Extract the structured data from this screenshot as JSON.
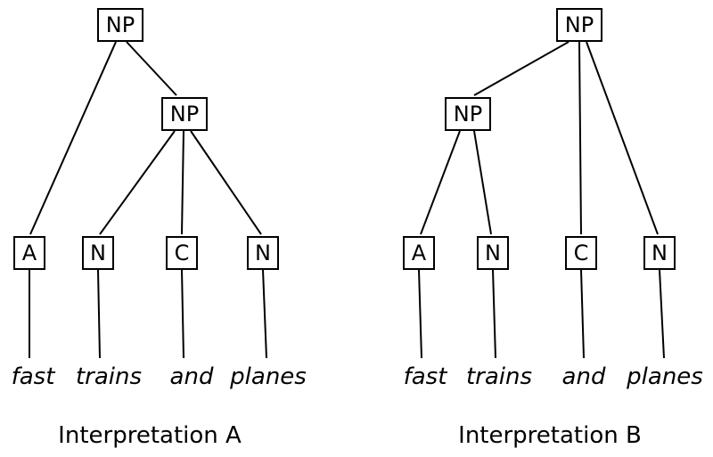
{
  "diagram": {
    "topic": "Syntax trees for the phrase 'fast trains and planes'"
  },
  "trees": {
    "a": {
      "caption": "Interpretation A",
      "root_label": "NP",
      "inner_label": "NP",
      "leaves": [
        "A",
        "N",
        "C",
        "N"
      ],
      "words": [
        "fast",
        "trains",
        "and",
        "planes"
      ]
    },
    "b": {
      "caption": "Interpretation B",
      "root_label": "NP",
      "inner_label": "NP",
      "leaves": [
        "A",
        "N",
        "C",
        "N"
      ],
      "words": [
        "fast",
        "trains",
        "and",
        "planes"
      ]
    }
  }
}
